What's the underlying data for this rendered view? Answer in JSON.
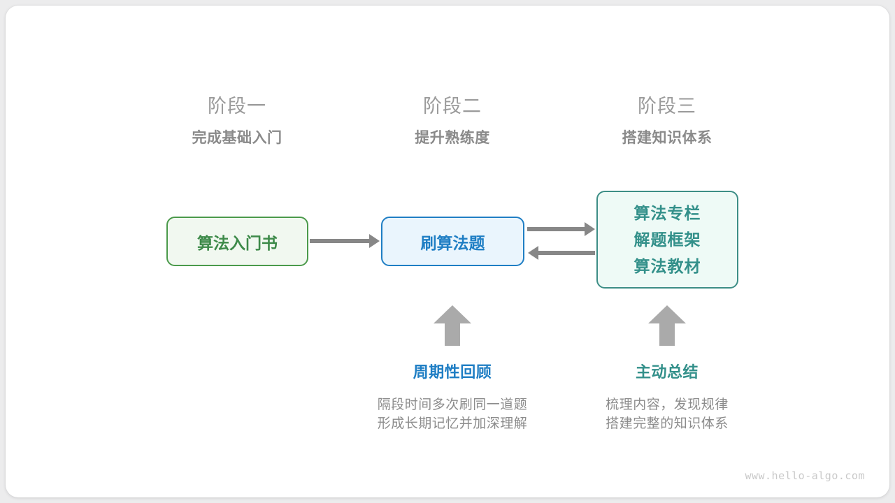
{
  "stages": [
    {
      "name": "阶段一",
      "goal": "完成基础入门"
    },
    {
      "name": "阶段二",
      "goal": "提升熟练度"
    },
    {
      "name": "阶段三",
      "goal": "搭建知识体系"
    }
  ],
  "boxes": {
    "book": {
      "label": "算法入门书",
      "border_color": "#4b9a4b",
      "fill_color": "#f1f8f0",
      "text_color": "#3d8a49"
    },
    "practice": {
      "label": "刷算法题",
      "border_color": "#1f7ec4",
      "fill_color": "#eaf5fd",
      "text_color": "#1f7ec4"
    },
    "resources": {
      "lines": [
        "算法专栏",
        "解题框架",
        "算法教材"
      ],
      "border_color": "#3d8e86",
      "fill_color": "#eefaf6",
      "text_color": "#33908a"
    }
  },
  "arrows": {
    "color": "#878787",
    "book_to_practice": "right",
    "practice_to_resources": "right",
    "resources_to_practice": "left",
    "up_arrow_color": "#aaaaaa"
  },
  "annotations": [
    {
      "title": "周期性回顾",
      "title_color": "#1f7ec4",
      "desc_line_1": "隔段时间多次刷同一道题",
      "desc_line_2": "形成长期记忆并加深理解"
    },
    {
      "title": "主动总结",
      "title_color": "#33908a",
      "desc_line_1": "梳理内容，发现规律",
      "desc_line_2": "搭建完整的知识体系"
    }
  ],
  "watermark": "www.hello-algo.com"
}
